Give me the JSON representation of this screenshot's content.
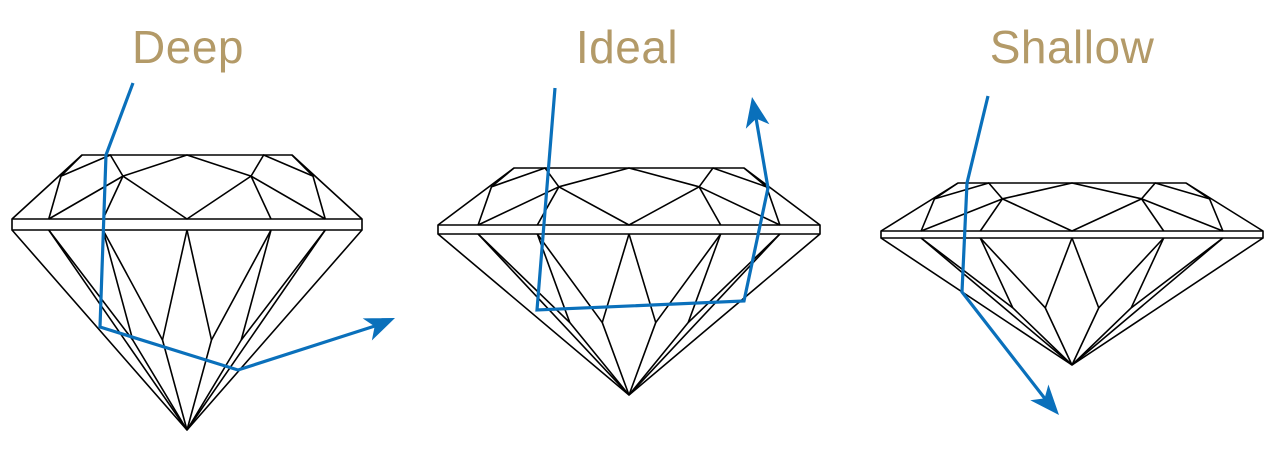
{
  "colors": {
    "label": "#b39a68",
    "light_ray": "#0a70bb",
    "outline": "#000000"
  },
  "diagrams": [
    {
      "id": "deep",
      "label": "Deep"
    },
    {
      "id": "ideal",
      "label": "Ideal"
    },
    {
      "id": "shallow",
      "label": "Shallow"
    }
  ]
}
